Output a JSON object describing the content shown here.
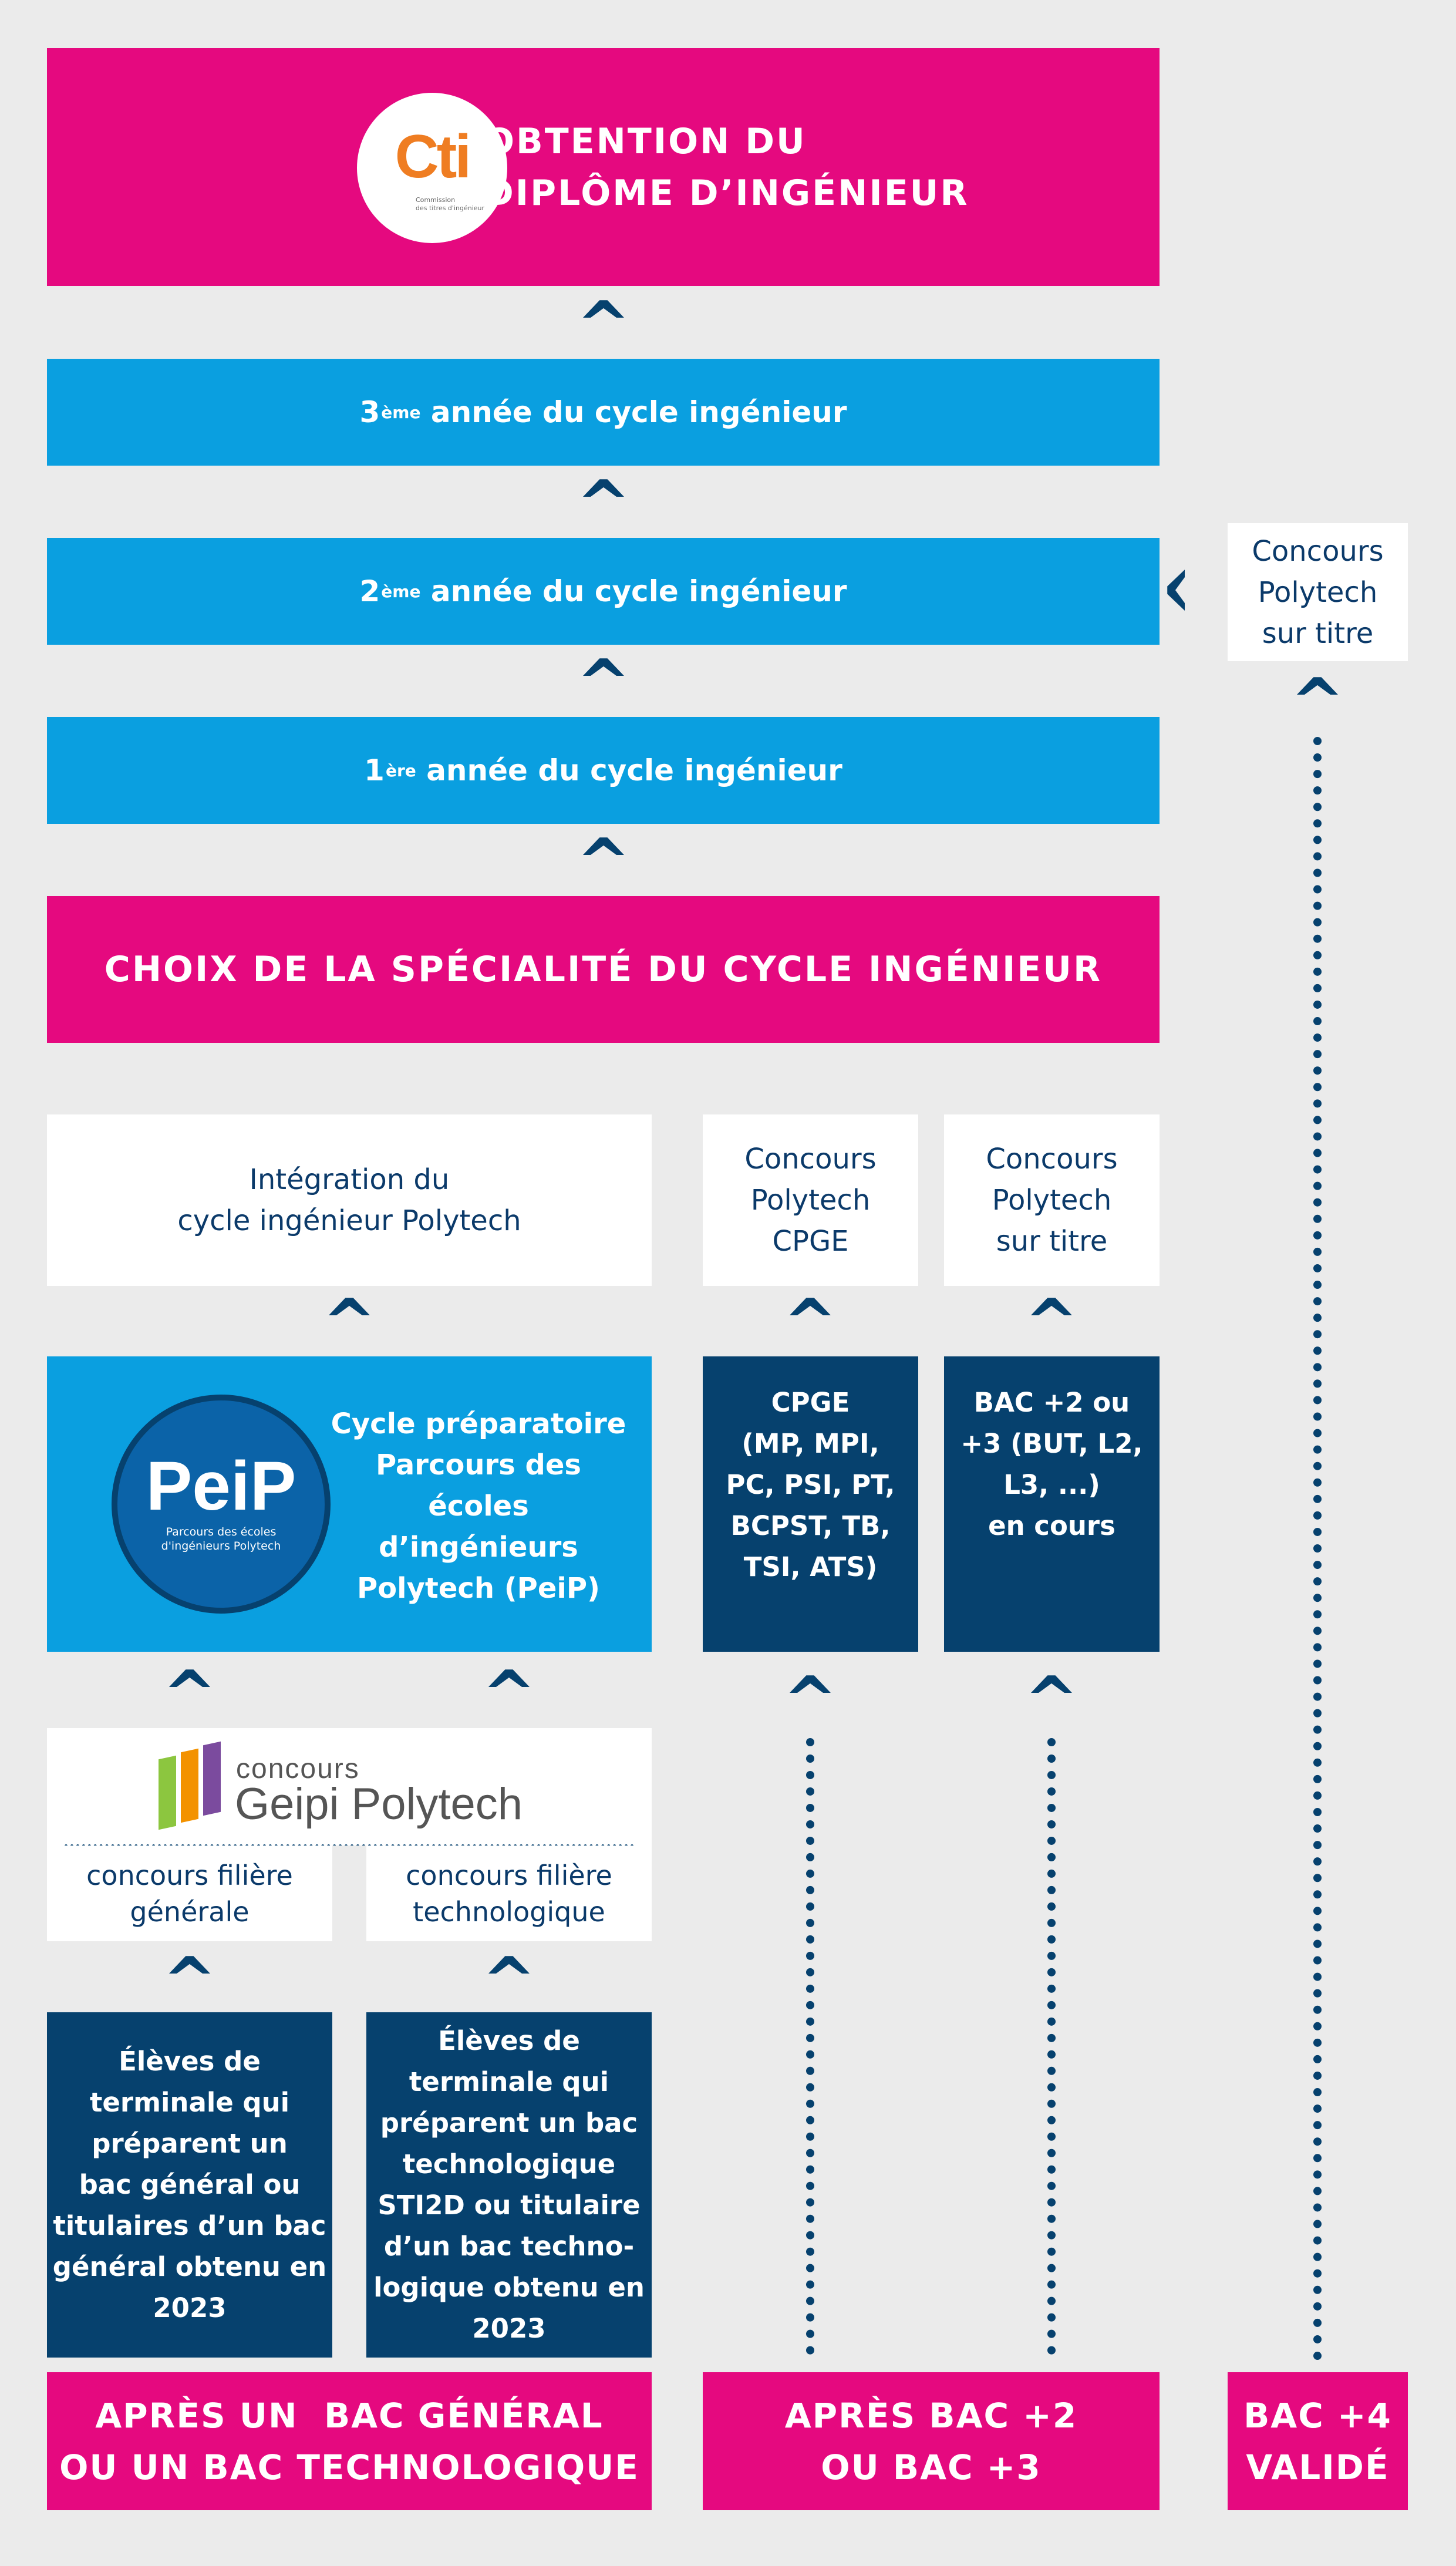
{
  "top": {
    "title_line1": "OBTENTION DU",
    "title_line2": "DIPLÔME D’INGÉNIEUR",
    "cti_logo": "Cti",
    "cti_caption_line1": "Commission",
    "cti_caption_line2": "des titres d'ingénieur"
  },
  "years": [
    {
      "num": "3",
      "sup": "ème",
      "label": "année du cycle ingénieur"
    },
    {
      "num": "2",
      "sup": "ème",
      "label": "année du cycle ingénieur"
    },
    {
      "num": "1",
      "sup": "ère",
      "label": "année du cycle ingénieur"
    }
  ],
  "side_entry": {
    "line1": "Concours",
    "line2": "Polytech",
    "line3": "sur titre"
  },
  "specialite": "CHOIX DE LA SPÉCIALITÉ DU CYCLE INGÉNIEUR",
  "integration": {
    "line1": "Intégration du",
    "line2": "cycle ingénieur Polytech"
  },
  "concours_cpge": {
    "line1": "Concours",
    "line2": "Polytech",
    "line3": "CPGE"
  },
  "concours_titre": {
    "line1": "Concours",
    "line2": "Polytech",
    "line3": "sur titre"
  },
  "peip": {
    "logo": "PeiP",
    "logo_caption_line1": "Parcours des écoles",
    "logo_caption_line2": "d'ingénieurs Polytech",
    "line1": "Cycle préparatoire",
    "line2": "Parcours des",
    "line3": "écoles",
    "line4": "d’ingénieurs",
    "line5": "Polytech (PeiP)"
  },
  "cpge": {
    "line1": "CPGE",
    "line2": "(MP, MPI,",
    "line3": "PC, PSI, PT,",
    "line4": "BCPST, TB,",
    "line5": "TSI, ATS)"
  },
  "bac23": {
    "line1": "BAC +2 ou",
    "line2": "+3 (BUT, L2,",
    "line3": "L3, ...)",
    "line4": "en cours"
  },
  "geipi": {
    "brand_small": "concours",
    "brand_big": "Geipi Polytech",
    "left_line1": "concours filière",
    "left_line2": "générale",
    "right_line1": "concours filière",
    "right_line2": "technologique"
  },
  "eleves_general": {
    "line1": "Élèves de",
    "line2": "terminale qui",
    "line3": "préparent un",
    "line4": "bac général ou",
    "line5": "titulaires d’un bac",
    "line6": "général obtenu en",
    "line7": "2023"
  },
  "eleves_techno": {
    "line1": "Élèves de",
    "line2": "terminale qui",
    "line3": "préparent un bac",
    "line4": "technologique",
    "line5": "STI2D ou titulaire",
    "line6": "d’un bac techno-",
    "line7": "logique obtenu en",
    "line8": "2023"
  },
  "bottom": {
    "left_line1": "APRÈS UN  BAC GÉNÉRAL",
    "left_line2": "OU UN BAC TECHNOLOGIQUE",
    "mid_line1": "APRÈS BAC +2",
    "mid_line2": "OU BAC +3",
    "right_line1": "BAC +4",
    "right_line2": "VALIDÉ"
  },
  "colors": {
    "magenta": "#e5097f",
    "cyan": "#0a9fe0",
    "navy": "#06416e",
    "background": "#ebebeb",
    "cti_orange": "#ef7d22",
    "geipi_green": "#8cc63f",
    "geipi_orange": "#f39200",
    "geipi_purple": "#7b4b9e"
  },
  "arrow_glyph": "^"
}
